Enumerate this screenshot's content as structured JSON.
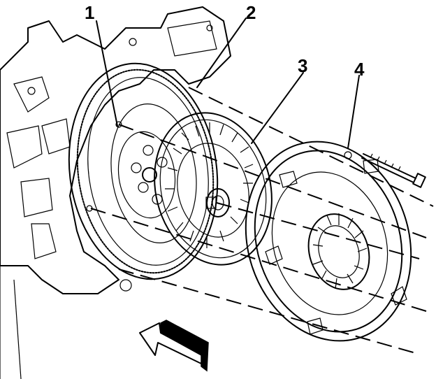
{
  "callouts": [
    {
      "label": "1"
    },
    {
      "label": "2"
    },
    {
      "label": "3"
    },
    {
      "label": "4"
    }
  ],
  "colors": {
    "line": "#000000",
    "background": "#ffffff"
  },
  "icons": {
    "direction": "arrow-left-down-icon"
  }
}
